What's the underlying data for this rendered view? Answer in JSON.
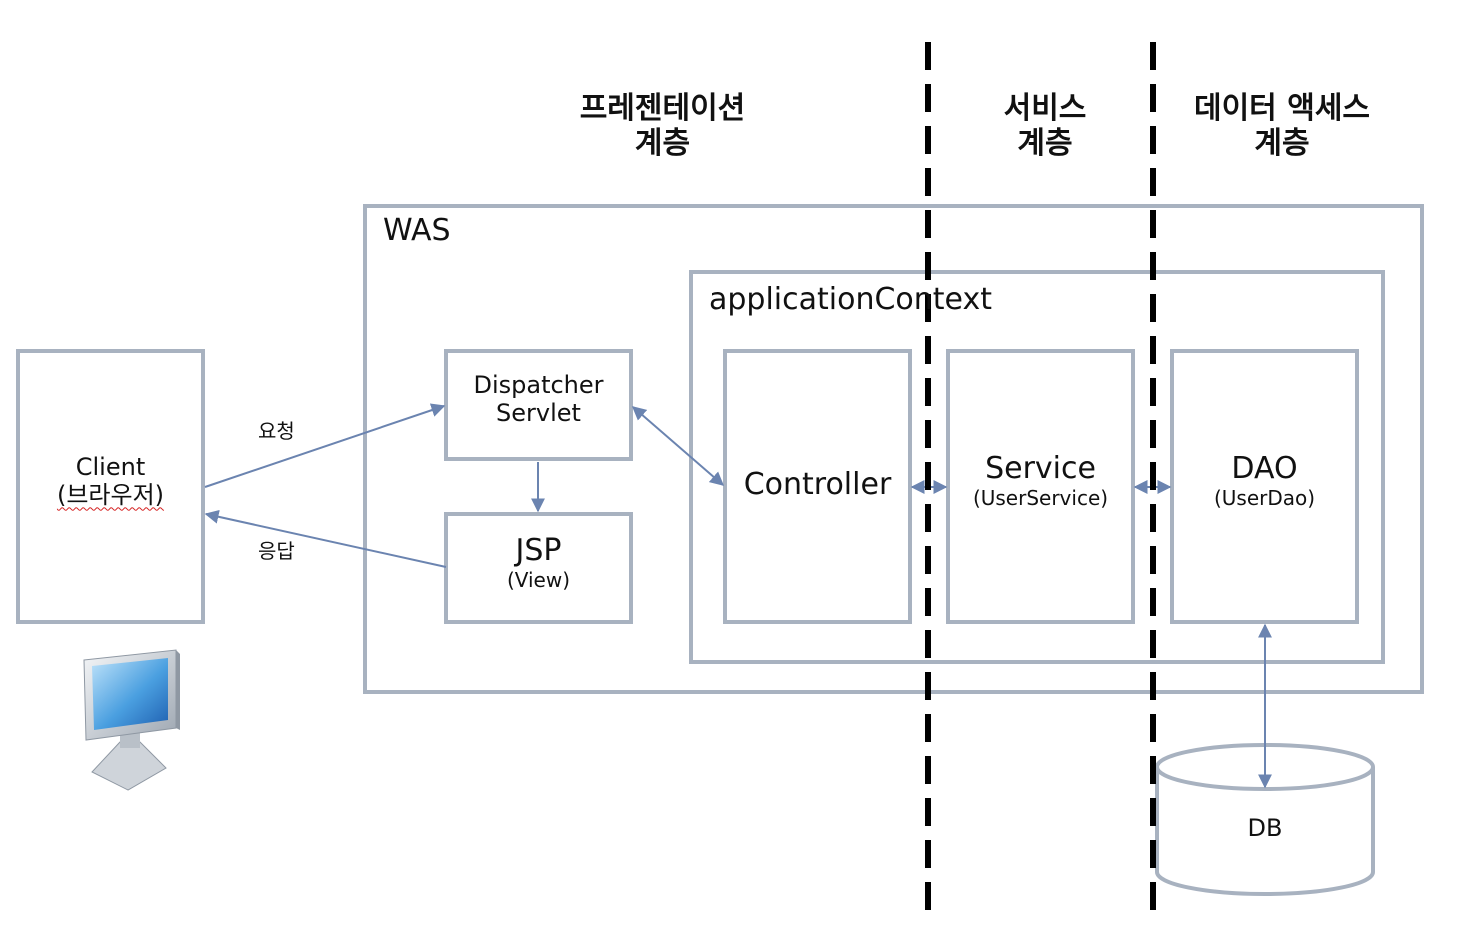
{
  "layers": {
    "presentation": {
      "line1": "프레젠테이션",
      "line2": "계층"
    },
    "service": {
      "line1": "서비스",
      "line2": "계층"
    },
    "data_access": {
      "line1": "데이터 액세스",
      "line2": "계층"
    }
  },
  "was": {
    "label": "WAS"
  },
  "app_context": {
    "label": "applicationContext"
  },
  "client": {
    "line1": "Client",
    "line2": "(브라우저)"
  },
  "dispatcher": {
    "line1": "Dispatcher",
    "line2": "Servlet"
  },
  "jsp": {
    "line1": "JSP",
    "line2": "(View)"
  },
  "controller": {
    "label": "Controller"
  },
  "service_box": {
    "line1": "Service",
    "line2": "(UserService)"
  },
  "dao": {
    "line1": "DAO",
    "line2": "(UserDao)"
  },
  "db": {
    "label": "DB"
  },
  "arrows": {
    "request": "요청",
    "response": "응답"
  },
  "colors": {
    "box_stroke": "#a8b2c0",
    "arrow": "#6b84b0",
    "divider": "#000000"
  },
  "icons": {
    "client": "computer-monitor-icon"
  }
}
